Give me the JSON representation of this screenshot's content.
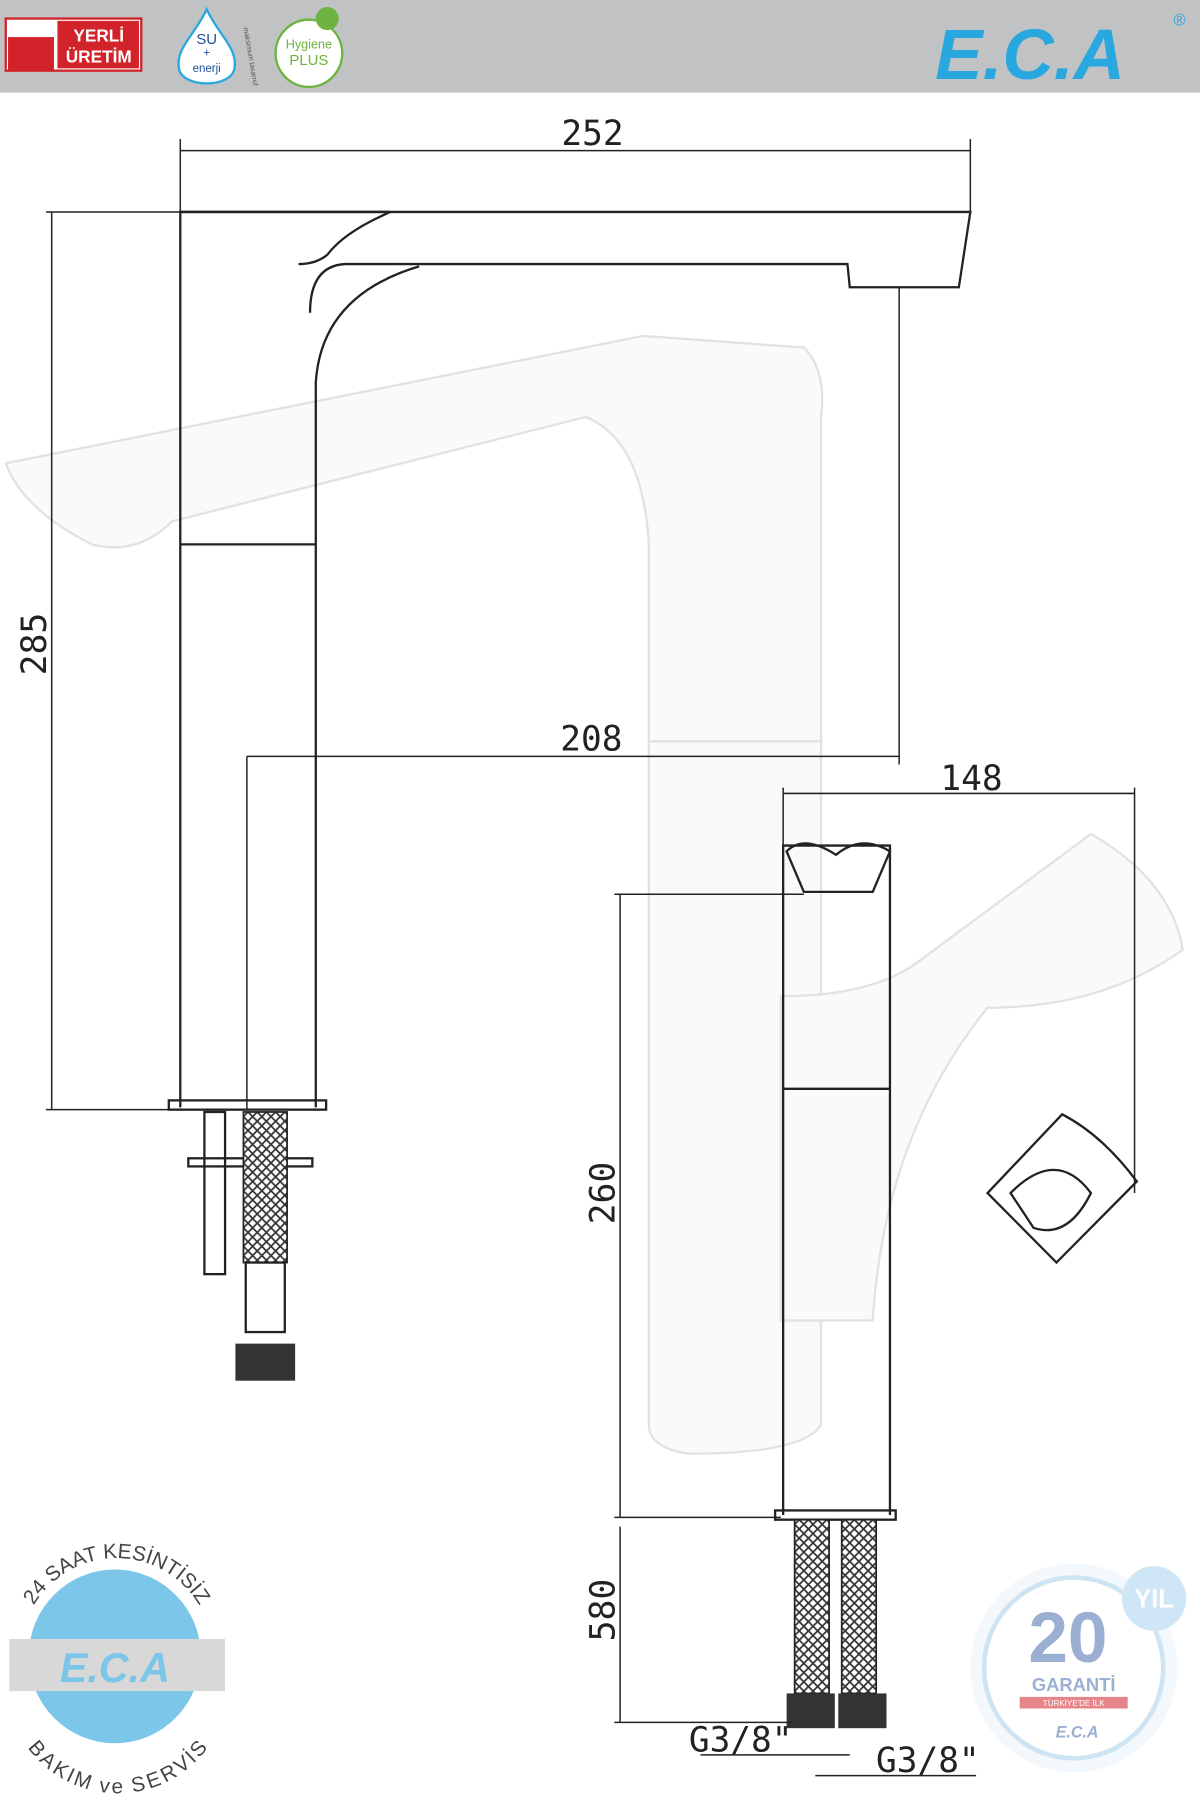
{
  "header": {
    "badges": {
      "yerli": [
        "YERLİ",
        "ÜRETİM"
      ],
      "su": [
        "SU",
        "+",
        "enerji"
      ],
      "su_sub": "maksimum tasarruf",
      "hygiene": [
        "Hygiene",
        "PLUS"
      ]
    },
    "brand": "E.C.A",
    "registered": "®"
  },
  "dimensions": {
    "width_total": "252",
    "height_total": "285",
    "spout_reach": "208",
    "side_depth": "148",
    "side_height": "260",
    "hose_length": "580",
    "thread_1": "G3/8\"",
    "thread_2": "G3/8\""
  },
  "service_badge": {
    "top": "24 SAAT KESİNTİSİZ",
    "brand": "E.C.A",
    "bottom": "BAKIM ve SERVİS"
  },
  "warranty_badge": {
    "years": "20",
    "unit": "YIL",
    "label": "GARANTİ",
    "sub": "TÜRKİYE'DE İLK",
    "brand": "E.C.A"
  },
  "colors": {
    "header_bg": "#c0c2c4",
    "brand_blue": "#29a8e0",
    "badge_red": "#d2232a",
    "green": "#6db33f",
    "line": "#222222"
  }
}
